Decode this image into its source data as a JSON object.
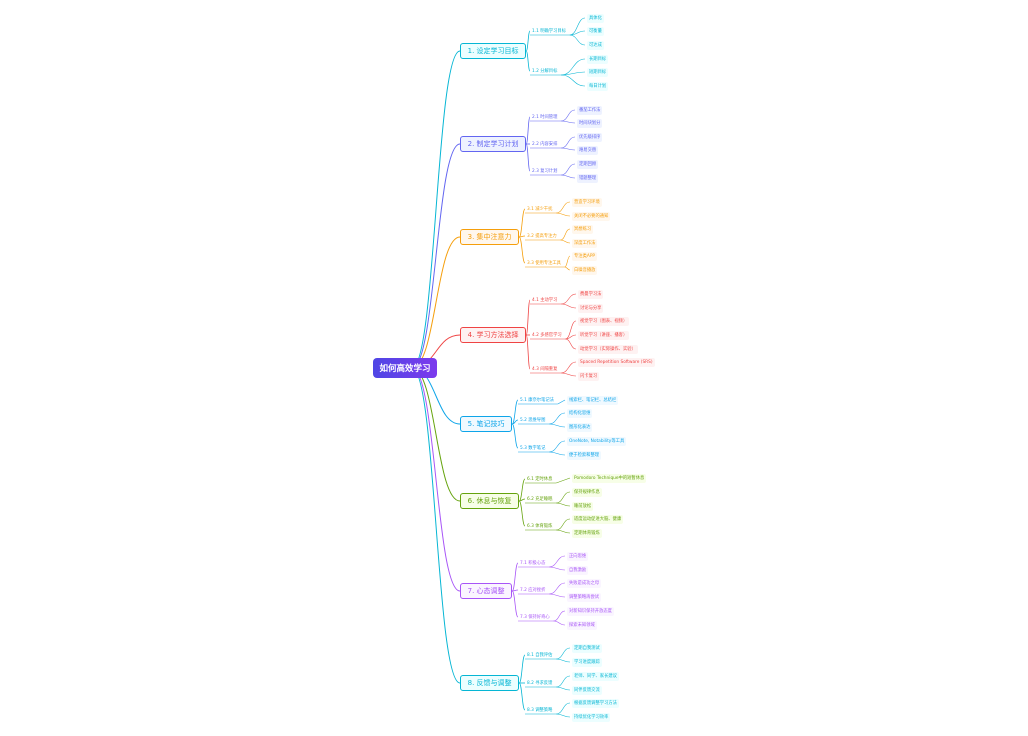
{
  "root": "如何高效学习",
  "branches": [
    {
      "label": "1. 设定学习目标",
      "color": "#06b6d4",
      "bg": "#ecfeff",
      "children": [
        {
          "label": "1.1 明确学习目标",
          "children": [
            "具体化",
            "可衡量",
            "可达成"
          ]
        },
        {
          "label": "1.2 分解目标",
          "children": [
            "长期目标",
            "短期目标",
            "每日计划"
          ]
        }
      ]
    },
    {
      "label": "2. 制定学习计划",
      "color": "#6366f1",
      "bg": "#eef2ff",
      "children": [
        {
          "label": "2.1 时间管理",
          "children": [
            "番茄工作法",
            "时间块划分"
          ]
        },
        {
          "label": "2.2 内容安排",
          "children": [
            "优先级排序",
            "难易交替"
          ]
        },
        {
          "label": "2.3 复习计划",
          "children": [
            "定期回顾",
            "错题整理"
          ]
        }
      ]
    },
    {
      "label": "3. 集中注意力",
      "color": "#f59e0b",
      "bg": "#fff7ed",
      "children": [
        {
          "label": "3.1 减少干扰",
          "children": [
            "营造学习环境",
            "关闭不必要的通知"
          ]
        },
        {
          "label": "3.2 提高专注力",
          "children": [
            "冥想练习",
            "深度工作法"
          ]
        },
        {
          "label": "3.3 使用专注工具",
          "children": [
            "专注类APP",
            "白噪音播放"
          ]
        }
      ]
    },
    {
      "label": "4. 学习方法选择",
      "color": "#ef4444",
      "bg": "#fef2f2",
      "children": [
        {
          "label": "4.1 主动学习",
          "children": [
            "费曼学习法",
            "讨论与分享"
          ]
        },
        {
          "label": "4.2 多感官学习",
          "children": [
            "视觉学习（图表、视频）",
            "听觉学习（讲座、播客）",
            "动觉学习（实际操作、实验）"
          ]
        },
        {
          "label": "4.3 间隔重复",
          "children": [
            "Spaced Repetition Software (SRS)",
            "闪卡复习"
          ]
        }
      ]
    },
    {
      "label": "5. 笔记技巧",
      "color": "#0ea5e9",
      "bg": "#f0f9ff",
      "children": [
        {
          "label": "5.1 康奈尔笔记法",
          "children": [
            "线索栏、笔记栏、总结栏"
          ]
        },
        {
          "label": "5.2 思维导图",
          "children": [
            "结构化思维",
            "图形化表达"
          ]
        },
        {
          "label": "5.3 数字笔记",
          "children": [
            "OneNote, Notability等工具",
            "便于检索和整理"
          ]
        }
      ]
    },
    {
      "label": "6. 休息与恢复",
      "color": "#65a30d",
      "bg": "#f7fee7",
      "children": [
        {
          "label": "6.1 定时休息",
          "children": [
            "Pomodoro Technique中的短暂休息"
          ]
        },
        {
          "label": "6.2 充足睡眠",
          "children": [
            "保持规律作息",
            "睡前放松"
          ]
        },
        {
          "label": "6.3 体育锻炼",
          "children": [
            "适度运动促进大脑、健康",
            "定期体育锻炼"
          ]
        }
      ]
    },
    {
      "label": "7. 心态调整",
      "color": "#a855f7",
      "bg": "#faf5ff",
      "children": [
        {
          "label": "7.1 积极心态",
          "children": [
            "正向思维",
            "自我激励"
          ]
        },
        {
          "label": "7.2 应对挫折",
          "children": [
            "失败是成功之母",
            "调整策略再尝试"
          ]
        },
        {
          "label": "7.3 保持好奇心",
          "children": [
            "对新知识保持开放态度",
            "探索未知领域"
          ]
        }
      ]
    },
    {
      "label": "8. 反馈与调整",
      "color": "#06b6d4",
      "bg": "#ecfeff",
      "children": [
        {
          "label": "8.1 自我评估",
          "children": [
            "定期自我测试",
            "学习进度跟踪"
          ]
        },
        {
          "label": "8.2 寻求反馈",
          "children": [
            "老师、同学、家长建议",
            "同伴反馈交流"
          ]
        },
        {
          "label": "8.3 调整策略",
          "children": [
            "根据反馈调整学习方法",
            "持续优化学习效率"
          ]
        }
      ]
    }
  ]
}
